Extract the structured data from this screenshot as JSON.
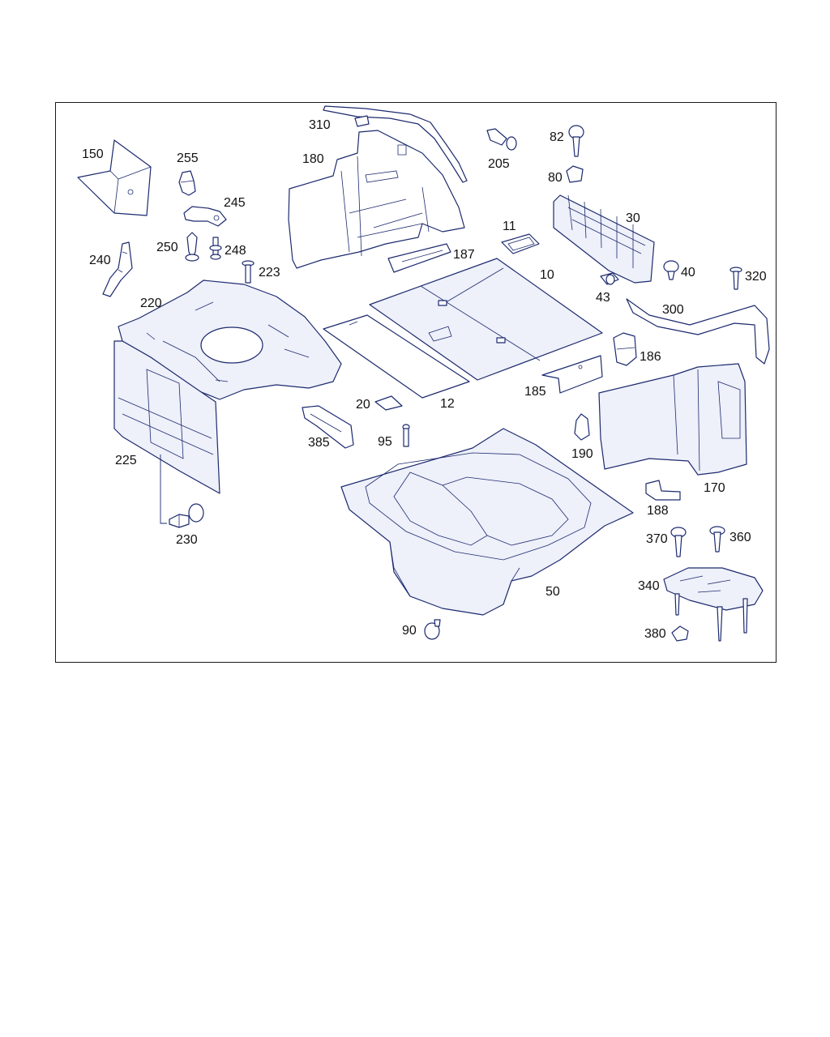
{
  "callouts": [
    {
      "id": "c310",
      "text": "310"
    },
    {
      "id": "c180",
      "text": "180"
    },
    {
      "id": "c150",
      "text": "150"
    },
    {
      "id": "c255",
      "text": "255"
    },
    {
      "id": "c245",
      "text": "245"
    },
    {
      "id": "c250",
      "text": "250"
    },
    {
      "id": "c248",
      "text": "248"
    },
    {
      "id": "c240",
      "text": "240"
    },
    {
      "id": "c223",
      "text": "223"
    },
    {
      "id": "c220",
      "text": "220"
    },
    {
      "id": "c225",
      "text": "225"
    },
    {
      "id": "c230",
      "text": "230"
    },
    {
      "id": "c205",
      "text": "205"
    },
    {
      "id": "c82",
      "text": "82"
    },
    {
      "id": "c80",
      "text": "80"
    },
    {
      "id": "c30",
      "text": "30"
    },
    {
      "id": "c11",
      "text": "11"
    },
    {
      "id": "c187",
      "text": "187"
    },
    {
      "id": "c10",
      "text": "10"
    },
    {
      "id": "c40",
      "text": "40"
    },
    {
      "id": "c43",
      "text": "43"
    },
    {
      "id": "c320",
      "text": "320"
    },
    {
      "id": "c300",
      "text": "300"
    },
    {
      "id": "c186",
      "text": "186"
    },
    {
      "id": "c185",
      "text": "185"
    },
    {
      "id": "c20",
      "text": "20"
    },
    {
      "id": "c12",
      "text": "12"
    },
    {
      "id": "c385",
      "text": "385"
    },
    {
      "id": "c95",
      "text": "95"
    },
    {
      "id": "c190",
      "text": "190"
    },
    {
      "id": "c170",
      "text": "170"
    },
    {
      "id": "c188",
      "text": "188"
    },
    {
      "id": "c370",
      "text": "370"
    },
    {
      "id": "c360",
      "text": "360"
    },
    {
      "id": "c340",
      "text": "340"
    },
    {
      "id": "c50",
      "text": "50"
    },
    {
      "id": "c380",
      "text": "380"
    },
    {
      "id": "c90",
      "text": "90"
    }
  ]
}
